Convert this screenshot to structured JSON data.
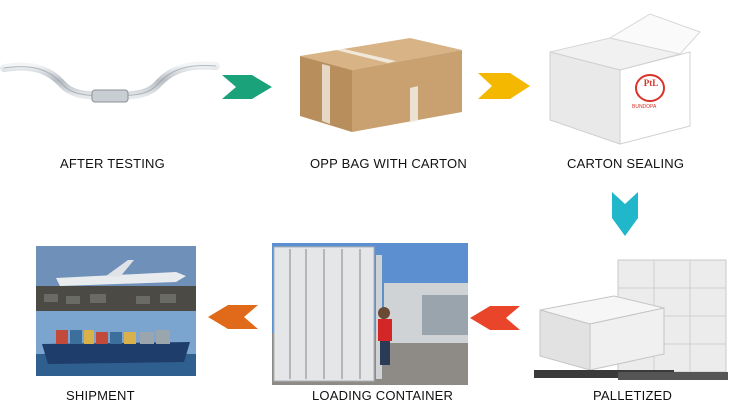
{
  "steps": [
    {
      "id": "after-testing",
      "label": "AFTER TESTING"
    },
    {
      "id": "opp-bag",
      "label": "OPP BAG WITH CARTON"
    },
    {
      "id": "carton-sealing",
      "label": "CARTON SEALING"
    },
    {
      "id": "palletized",
      "label": "PALLETIZED"
    },
    {
      "id": "loading-container",
      "label": "LOADING CONTAINER"
    },
    {
      "id": "shipment",
      "label": "SHIPMENT"
    }
  ],
  "arrow_colors": {
    "arrow-1": "#1aa37a",
    "arrow-2": "#f5b800",
    "arrow-3": "#1fb7c9",
    "arrow-4": "#e8452a",
    "arrow-5": "#e06a1a"
  },
  "logo": {
    "text": "PtL",
    "subtext": "BUNDOPA"
  }
}
